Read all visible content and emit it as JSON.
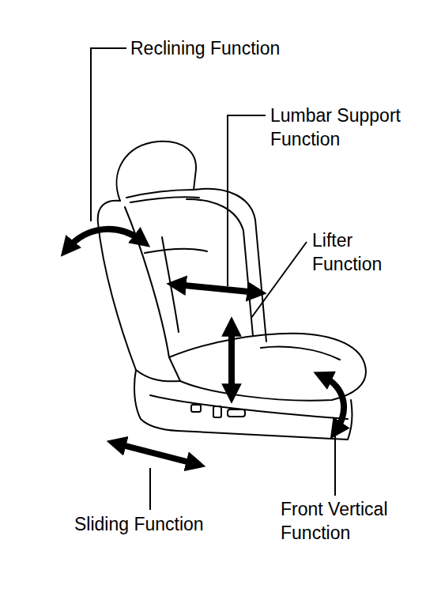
{
  "diagram": {
    "labels": [
      "Reclining Function",
      "Lumbar Support Function",
      "Lifter Function",
      "Sliding Function",
      "Front Vertical Function"
    ]
  }
}
